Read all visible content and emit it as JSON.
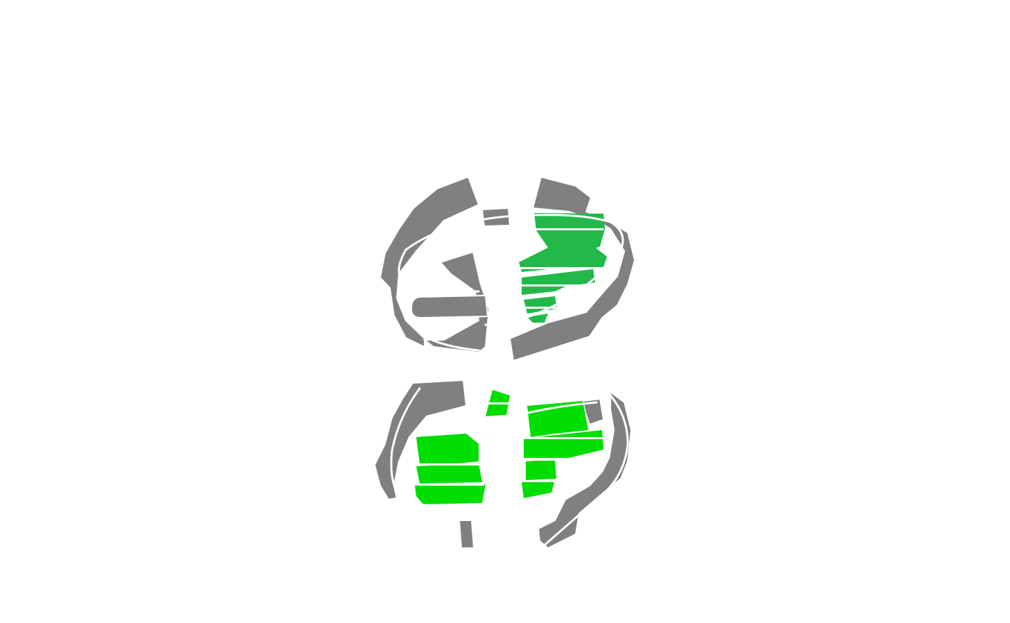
{
  "canvas": {
    "background": "#ffffff"
  },
  "palette": {
    "frame_gray": "#808080",
    "frame_gray_dark": "#6f6f6f",
    "fill_green_top": "#22b94a",
    "fill_green_bottom": "#00dd00",
    "outline": "#ffffff"
  },
  "shapes": {
    "top_element": {
      "kind": "fragmented-ring",
      "fill": "green-dashed"
    },
    "bottom_element": {
      "kind": "fragmented-ring",
      "fill": "green-dashed"
    }
  }
}
